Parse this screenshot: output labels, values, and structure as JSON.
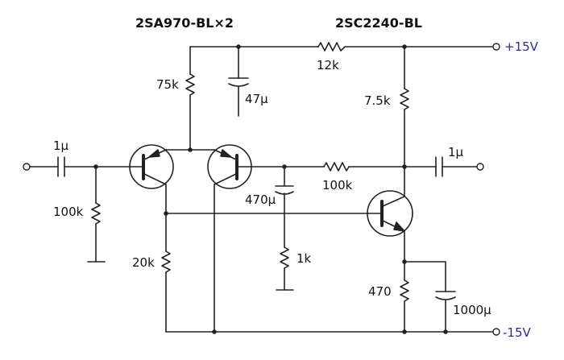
{
  "titles": {
    "pnp": "2SA970-BL×2",
    "npn": "2SC2240-BL"
  },
  "rails": {
    "positive": "+15V",
    "negative": "-15V"
  },
  "components": {
    "c_in": "1μ",
    "r_in": "100k",
    "r_75k": "75k",
    "c_47": "47μ",
    "r_12k": "12k",
    "r_7k5": "7.5k",
    "c_out": "1μ",
    "r_100k_fb": "100k",
    "c_470": "470μ",
    "r_1k": "1k",
    "r_20k": "20k",
    "r_470": "470",
    "c_1000": "1000μ"
  }
}
